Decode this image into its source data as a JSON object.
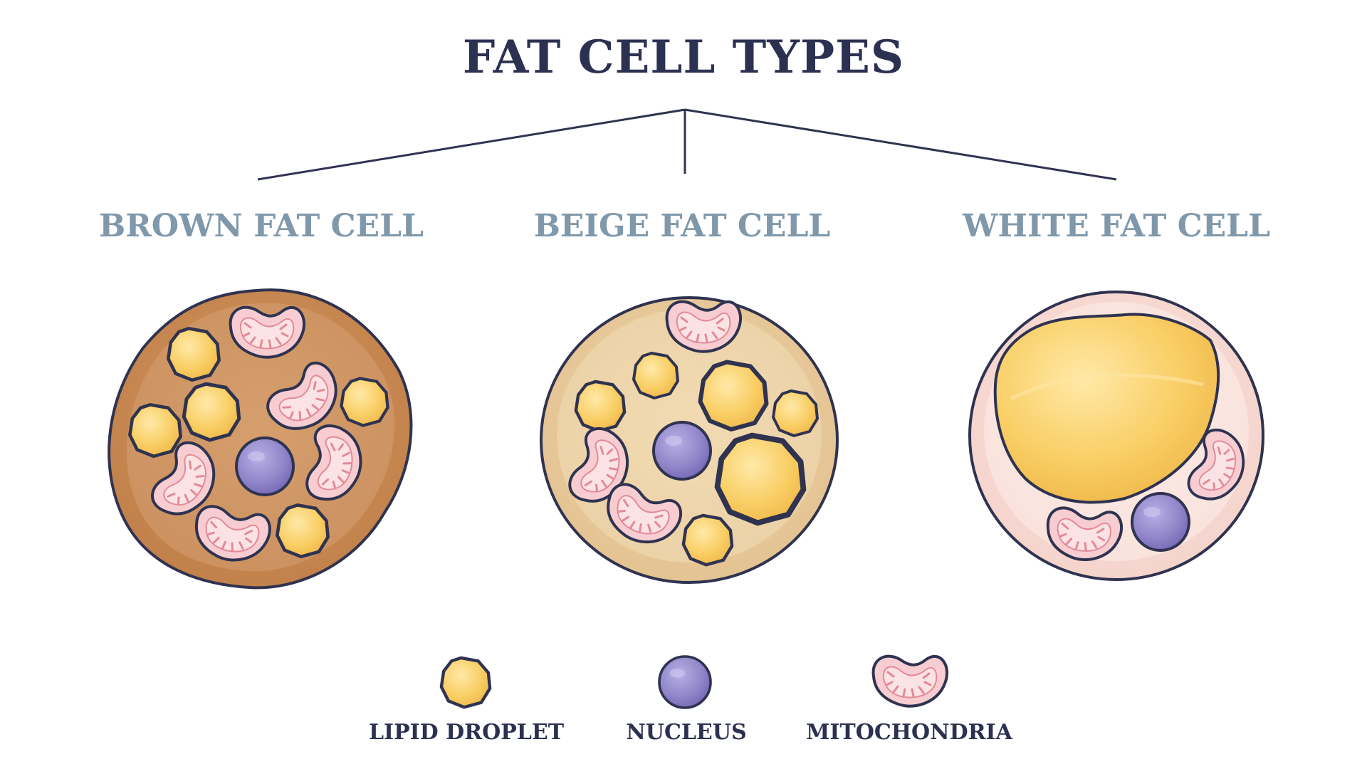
{
  "title": "FAT CELL TYPES",
  "cells": [
    {
      "label": "BROWN FAT CELL",
      "fill": "#c98a52"
    },
    {
      "label": "BEIGE FAT CELL",
      "fill": "#e8cb98"
    },
    {
      "label": "WHITE FAT CELL",
      "fill": "#f8ddd6"
    }
  ],
  "legend": {
    "lipid_droplet": "LIPID DROPLET",
    "nucleus": "NUCLEUS",
    "mitochondria": "MITOCHONDRIA"
  },
  "colors": {
    "title": "#2c3152",
    "label": "#7f98ab",
    "outline": "#2f3350",
    "lipid": "#f7c75a",
    "nucleus": "#8b7fc4",
    "mitochondria": "#f5c9cf"
  }
}
